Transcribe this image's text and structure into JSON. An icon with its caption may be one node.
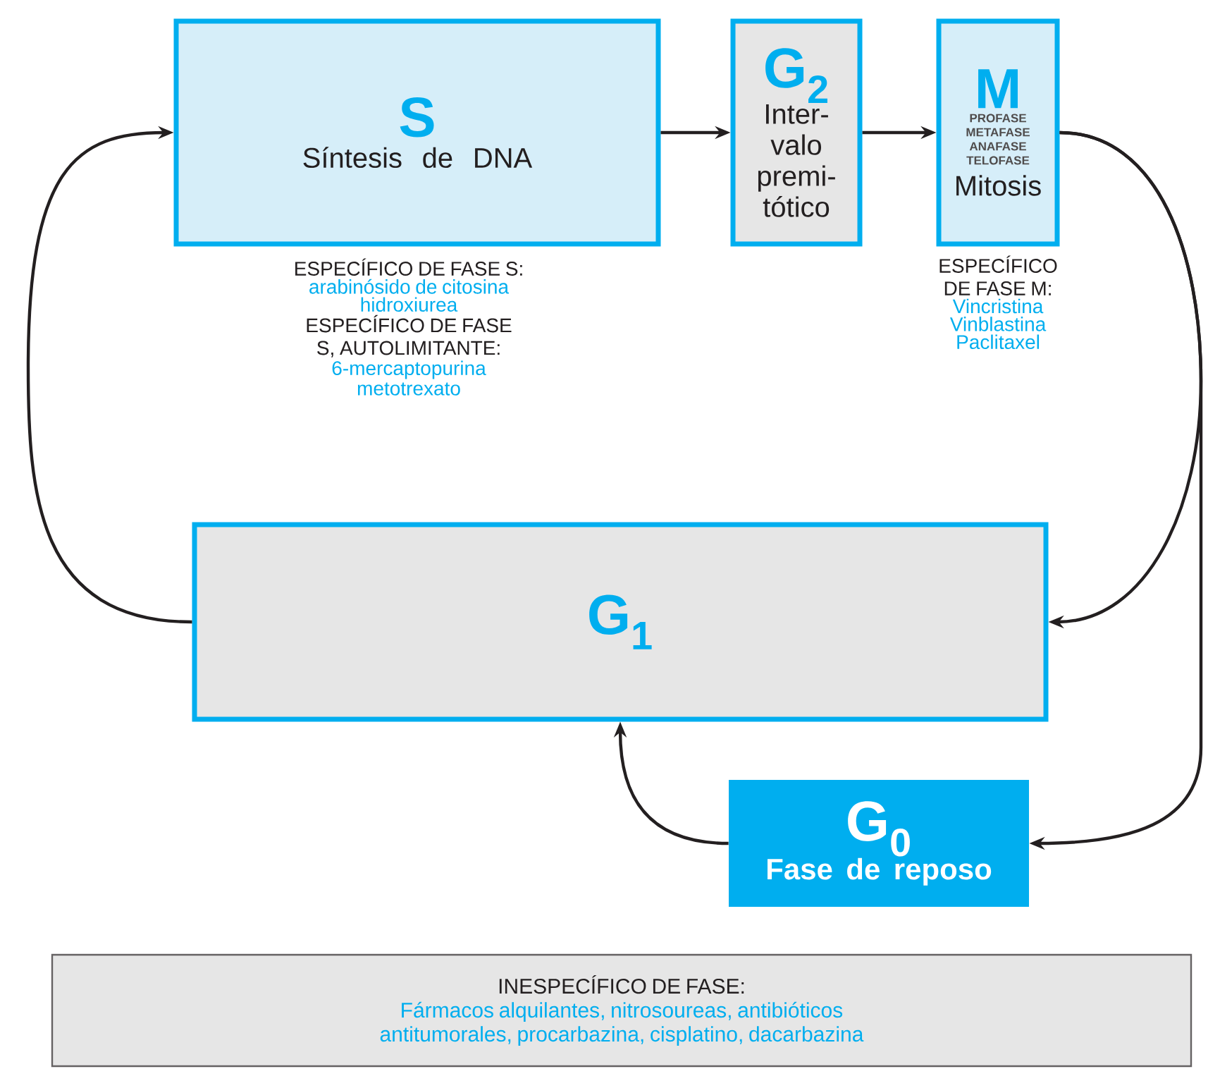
{
  "diagram": {
    "nodes": [
      {
        "text": [
          "S",
          "Síntesis de DNA"
        ],
        "beside": [
          "ESPECÍFICO DE FASE S:",
          "arabinósido de citosina",
          "hidroxiurea",
          "ESPECÍFICO DE FASE S, AUTOLIMITANTE:",
          "6-mercaptopurina",
          "metotrexato"
        ]
      },
      {
        "text": [
          "G$_{2}$",
          "Inter- valo premi- tótico"
        ]
      },
      {
        "text": [
          "M",
          "PROFASE",
          "METAFASE",
          "ANAFASE",
          "TELOFASE",
          "Mitosis"
        ],
        "beside": [
          "ESPECÍFICO DE FASE M:",
          "Vincristina",
          "Vinblastina",
          "Paclitaxel"
        ]
      },
      {
        "text": [
          "G$_{1}$"
        ]
      },
      {
        "text": [
          "G$_{0}$",
          "Fase de reposo"
        ]
      },
      {
        "text": [
          "INESPECÍFICO DE FASE:",
          "Fármacos alquilantes, nitrosoureas, antibióticos antitumorales, procarbazina, cisplatino, dacarbazina"
        ]
      }
    ],
    "edges": [
      {
        "from": 0,
        "to": 1,
        "arrow": "to"
      },
      {
        "from": 1,
        "to": 2,
        "arrow": "to"
      },
      {
        "from": 2,
        "to": 3,
        "arrow": "to"
      },
      {
        "from": 2,
        "to": 4,
        "arrow": "to"
      },
      {
        "from": 3,
        "to": 0,
        "arrow": "to"
      },
      {
        "from": 4,
        "to": 3,
        "arrow": "to"
      }
    ]
  }
}
